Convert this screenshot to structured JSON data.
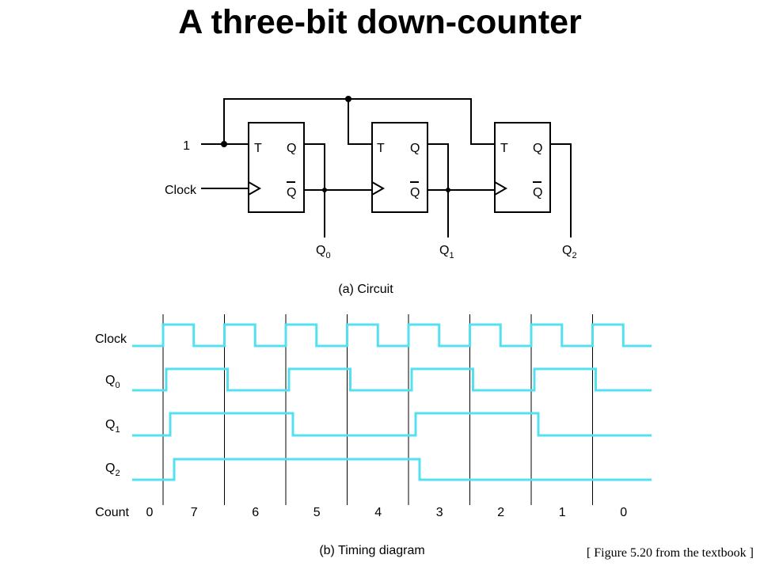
{
  "title": "A three-bit down-counter",
  "footnote": "[ Figure 5.20 from the textbook ]",
  "circuit": {
    "caption": "(a) Circuit",
    "input_one": "1",
    "clock_label": "Clock",
    "ff_t_label": "T",
    "ff_q_label": "Q",
    "ff_qbar_label": "Q",
    "outputs": [
      {
        "base": "Q",
        "sub": "0"
      },
      {
        "base": "Q",
        "sub": "1"
      },
      {
        "base": "Q",
        "sub": "2"
      }
    ]
  },
  "timing": {
    "caption": "(b) Timing diagram",
    "count_label": "Count",
    "counts": [
      "0",
      "7",
      "6",
      "5",
      "4",
      "3",
      "2",
      "1",
      "0"
    ],
    "signals": [
      {
        "base": "Clock",
        "sub": ""
      },
      {
        "base": "Q",
        "sub": "0"
      },
      {
        "base": "Q",
        "sub": "1"
      },
      {
        "base": "Q",
        "sub": "2"
      }
    ],
    "clock_pulses": 8,
    "q0_levels": [
      0,
      1,
      0,
      1,
      0,
      1,
      0,
      1,
      0
    ],
    "q1_levels": [
      0,
      1,
      1,
      0,
      0,
      1,
      1,
      0,
      0
    ],
    "q2_levels": [
      0,
      1,
      1,
      1,
      1,
      0,
      0,
      0,
      0
    ],
    "wave_color": "#55e0f0"
  }
}
